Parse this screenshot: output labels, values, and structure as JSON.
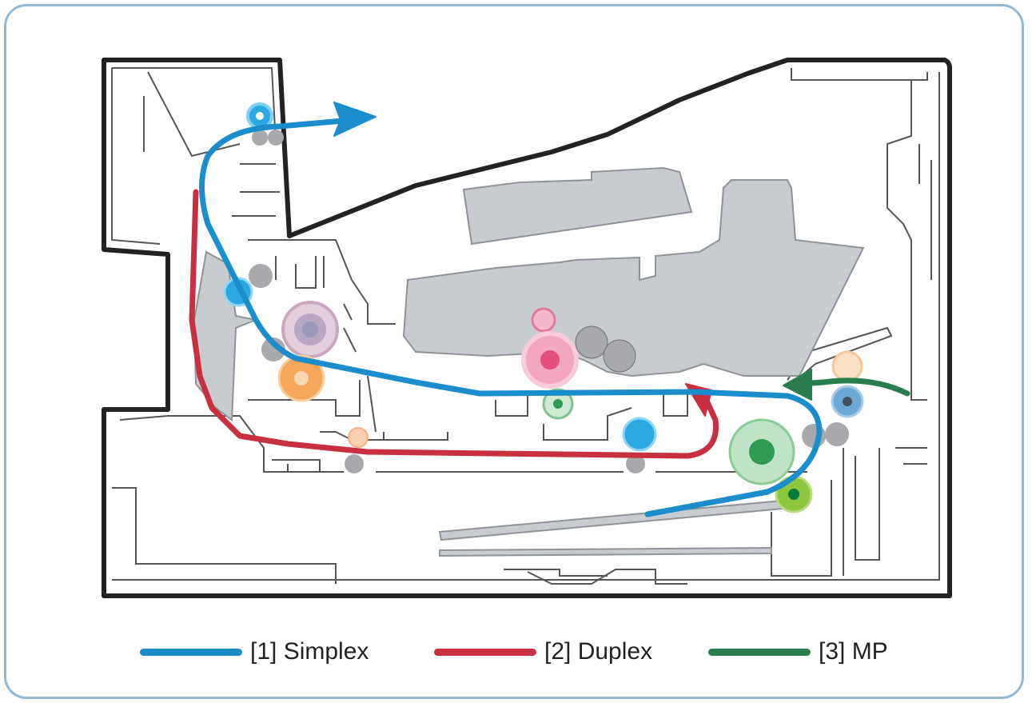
{
  "legend": [
    {
      "id": "simplex",
      "label": "[1] Simplex",
      "color": "#1b8ccc"
    },
    {
      "id": "duplex",
      "label": "[2] Duplex",
      "color": "#c8303f"
    },
    {
      "id": "mp",
      "label": "[3] MP",
      "color": "#2a7d4e"
    }
  ],
  "colors": {
    "frame": "#93b8d6",
    "housing": "#222222",
    "internal_lines": "#555555",
    "toner_cartridge": "#c8cbd0",
    "roller_gray": "#a7a9ac"
  }
}
